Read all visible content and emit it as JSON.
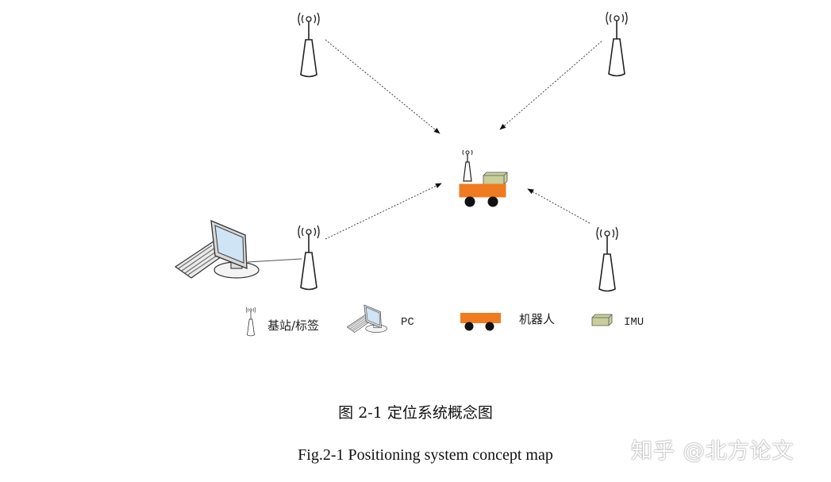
{
  "legend": {
    "station_label": "基站/标签",
    "pc_label": "PC",
    "robot_label": "机器人",
    "imu_label": "IMU"
  },
  "caption": {
    "chinese": "图 2-1  定位系统概念图",
    "english": "Fig.2-1 Positioning system concept map"
  },
  "watermark": "知乎 @北方论文",
  "colors": {
    "robot_body": "#f07a1f",
    "robot_wheel": "#111111",
    "imu_box": "#c9cf9b",
    "tower_fill": "#ffffff",
    "tower_stroke": "#222222",
    "monitor_screen": "#cfe4f5"
  },
  "icons": [
    "antenna-tower-icon",
    "pc-icon",
    "robot-icon",
    "imu-icon"
  ]
}
